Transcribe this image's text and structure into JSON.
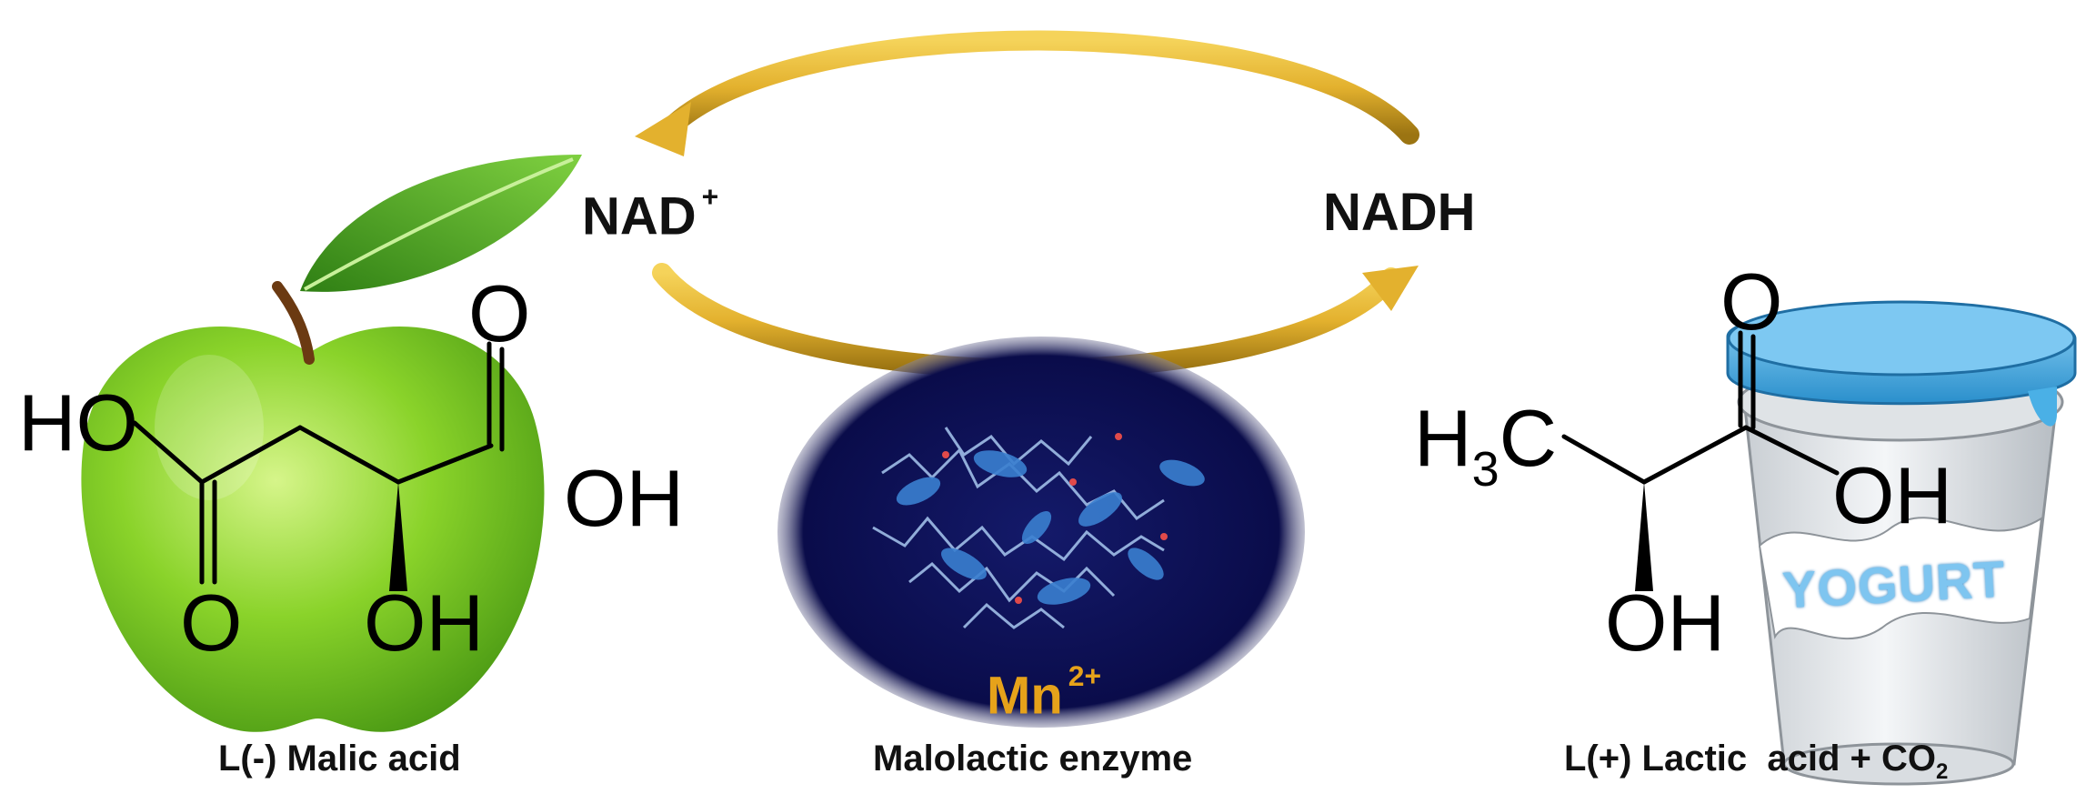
{
  "cofactors": {
    "nad_main": "NAD",
    "nad_sup": "+",
    "nadh": "NADH"
  },
  "malic": {
    "label": "L(-) Malic acid",
    "atoms": {
      "ho": "HO",
      "oh_right": "OH",
      "o_top": "O",
      "o_bottom": "O",
      "oh_bottom": "OH"
    }
  },
  "enzyme": {
    "label": "Malolactic enzyme",
    "metal_main": "Mn",
    "metal_sup": "2+"
  },
  "lactic": {
    "label_main": "L(+) Lactic  acid + CO",
    "label_sub": "2",
    "atoms": {
      "methyl_h": "H",
      "methyl_sub": "3",
      "methyl_c": "C",
      "o_top": "O",
      "oh_right": "OH",
      "oh_bottom": "OH"
    }
  },
  "yogurt_text": "YOGURT",
  "colors": {
    "arrow": "#e3b12e",
    "apple": "#8ad32a",
    "leaf": "#3f9a1f",
    "enzyme_bg": "#0a0c4a",
    "mn_text": "#e6a21a",
    "cup_lid": "#4ab0e6",
    "cup_body": "#e9ecef",
    "yogurt_text": "#7ec5f0"
  }
}
